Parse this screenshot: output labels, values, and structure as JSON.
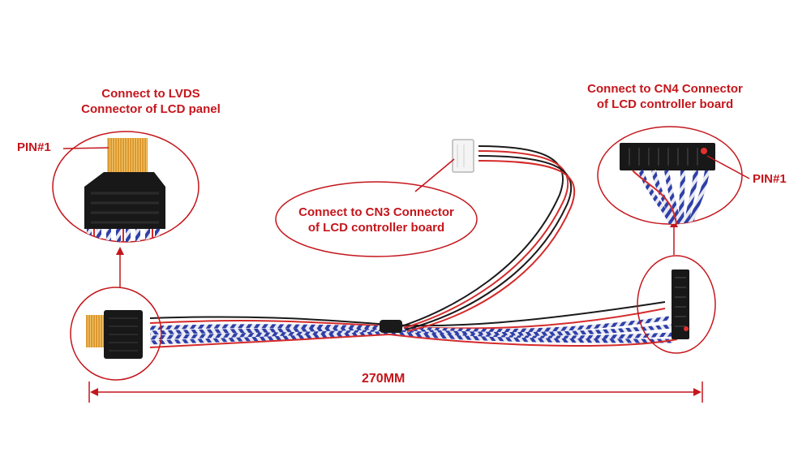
{
  "labels": {
    "lvds": {
      "line1": "Connect to LVDS",
      "line2": "Connector of LCD panel"
    },
    "cn4": {
      "line1": "Connect to CN4 Connector",
      "line2": "of LCD controller board"
    },
    "cn3": {
      "line1": "Connect to CN3 Connector",
      "line2": "of LCD controller board"
    },
    "pin_left": "PIN#1",
    "pin_right": "PIN#1"
  },
  "dimension": {
    "text": "270MM"
  },
  "colors": {
    "annotation": "#c4161c",
    "wire_blue": "#2e3fa8",
    "wire_white": "#e8e8f0",
    "wire_red": "#d42a2a",
    "wire_black": "#1a1a1a",
    "flex_pcb": "#d9952a",
    "connector": "#181818"
  }
}
